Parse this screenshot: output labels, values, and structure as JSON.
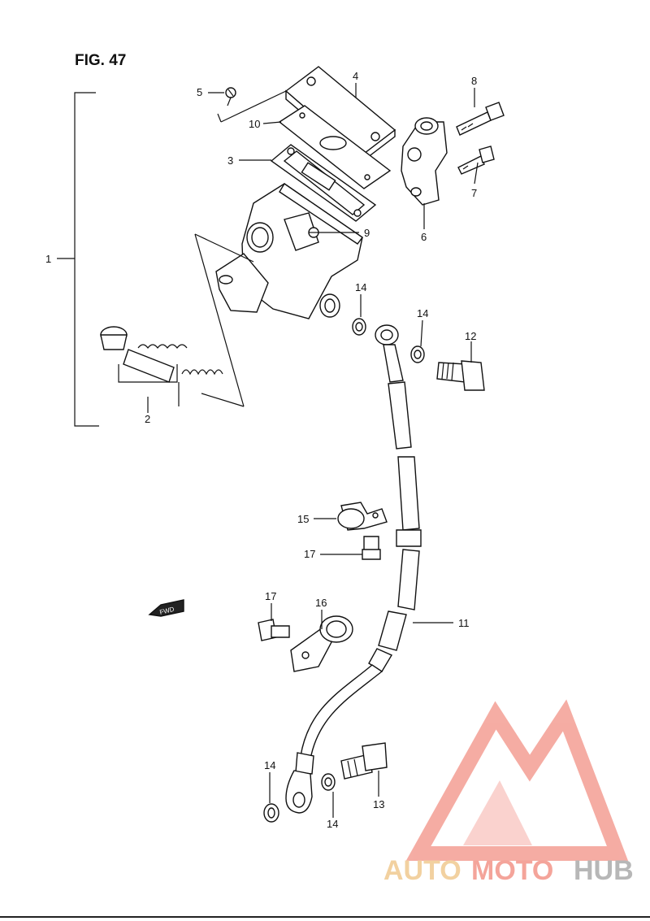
{
  "figure_title": "FIG. 47",
  "callouts": {
    "c1": "1",
    "c2": "2",
    "c3": "3",
    "c4": "4",
    "c5": "5",
    "c6": "6",
    "c7": "7",
    "c8": "8",
    "c9": "9",
    "c10": "10",
    "c11": "11",
    "c12": "12",
    "c13": "13",
    "c14a": "14",
    "c14b": "14",
    "c14c": "14",
    "c14d": "14",
    "c15": "15",
    "c16": "16",
    "c17a": "17",
    "c17b": "17"
  },
  "direction_marker": "FWD",
  "watermark": {
    "part1": "AUTO",
    "part2": "MOTO",
    "part3": "HUB",
    "color_primary": "#f4a49a",
    "color_secondary": "#f2d1a0",
    "color_tertiary": "#b7b7b7"
  }
}
